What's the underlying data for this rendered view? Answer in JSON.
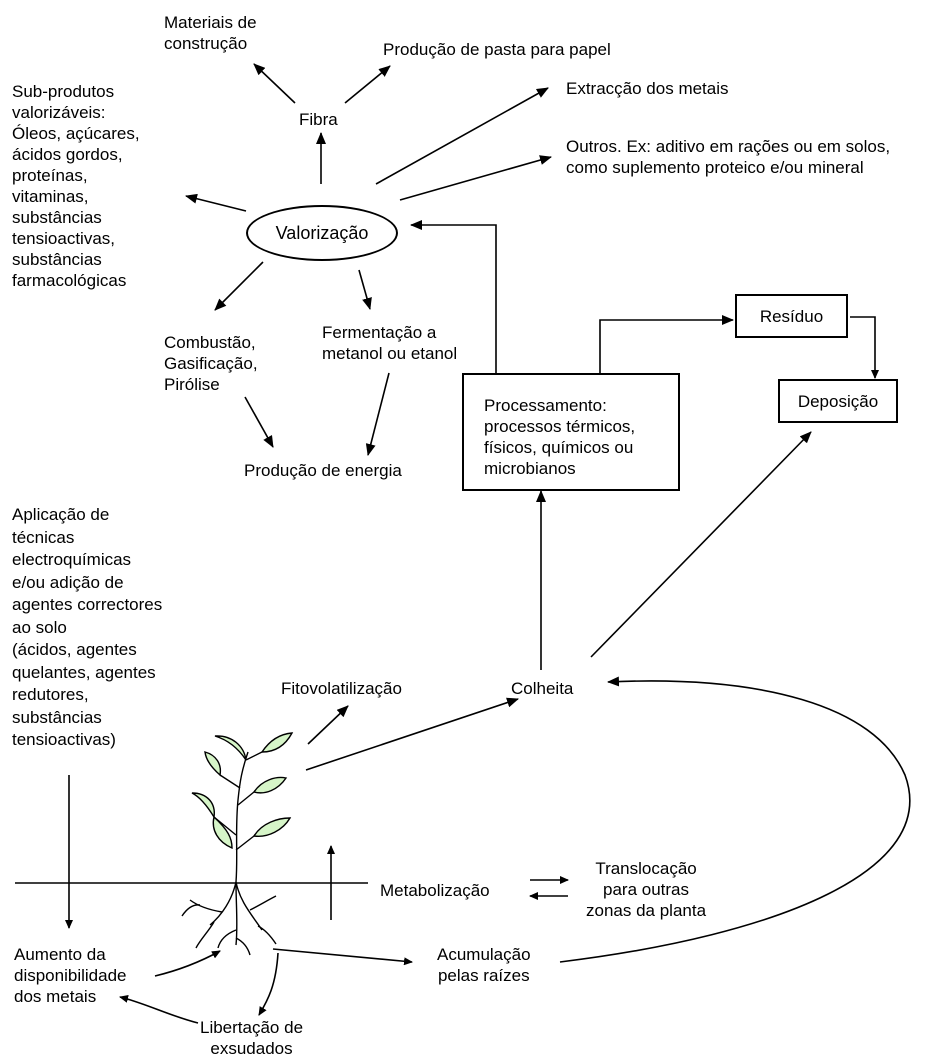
{
  "colors": {
    "ink": "#000000",
    "leaf_fill": "#d6f5c8",
    "background": "#ffffff"
  },
  "nodes": {
    "materiais": "Materiais de\nconstrução",
    "pasta": "Produção de pasta para papel",
    "fibra": "Fibra",
    "extraccao": "Extracção dos metais",
    "outros": "Outros. Ex: aditivo em rações ou em solos,\ncomo suplemento proteico e/ou mineral",
    "subprodutos": "Sub-produtos\nvalorizáveis:\nÓleos, açúcares,\nácidos gordos,\nproteínas,\nvitaminas,\nsubstâncias\ntensioactivas,\nsubstâncias\nfarmacológicas",
    "valorizacao": "Valorização",
    "combustao": "Combustão,\nGasificação,\nPirólise",
    "fermentacao": "Fermentação a\nmetanol ou etanol",
    "producao_energia": "Produção de energia",
    "residuo": "Resíduo",
    "deposicao": "Deposição",
    "processamento": "Processamento:\nprocessos térmicos,\nfísicos, químicos ou\nmicrobianos",
    "aplicacao": "Aplicação de\ntécnicas\nelectroquímicas\ne/ou adição de\nagentes correctores\nao solo\n(ácidos, agentes\nquelantes, agentes\nredutores,\nsubstâncias\ntensioactivas)",
    "fitovolatilizacao": "Fitovolatilização",
    "colheita": "Colheita",
    "metabolizacao": "Metabolização",
    "translocacao": "Translocação\npara outras\nzonas da planta",
    "aumento": "Aumento da\ndisponibilidade\ndos metais",
    "acumulacao": "Acumulação\npelas raízes",
    "libertacao": "Libertação de\nexsudados"
  }
}
